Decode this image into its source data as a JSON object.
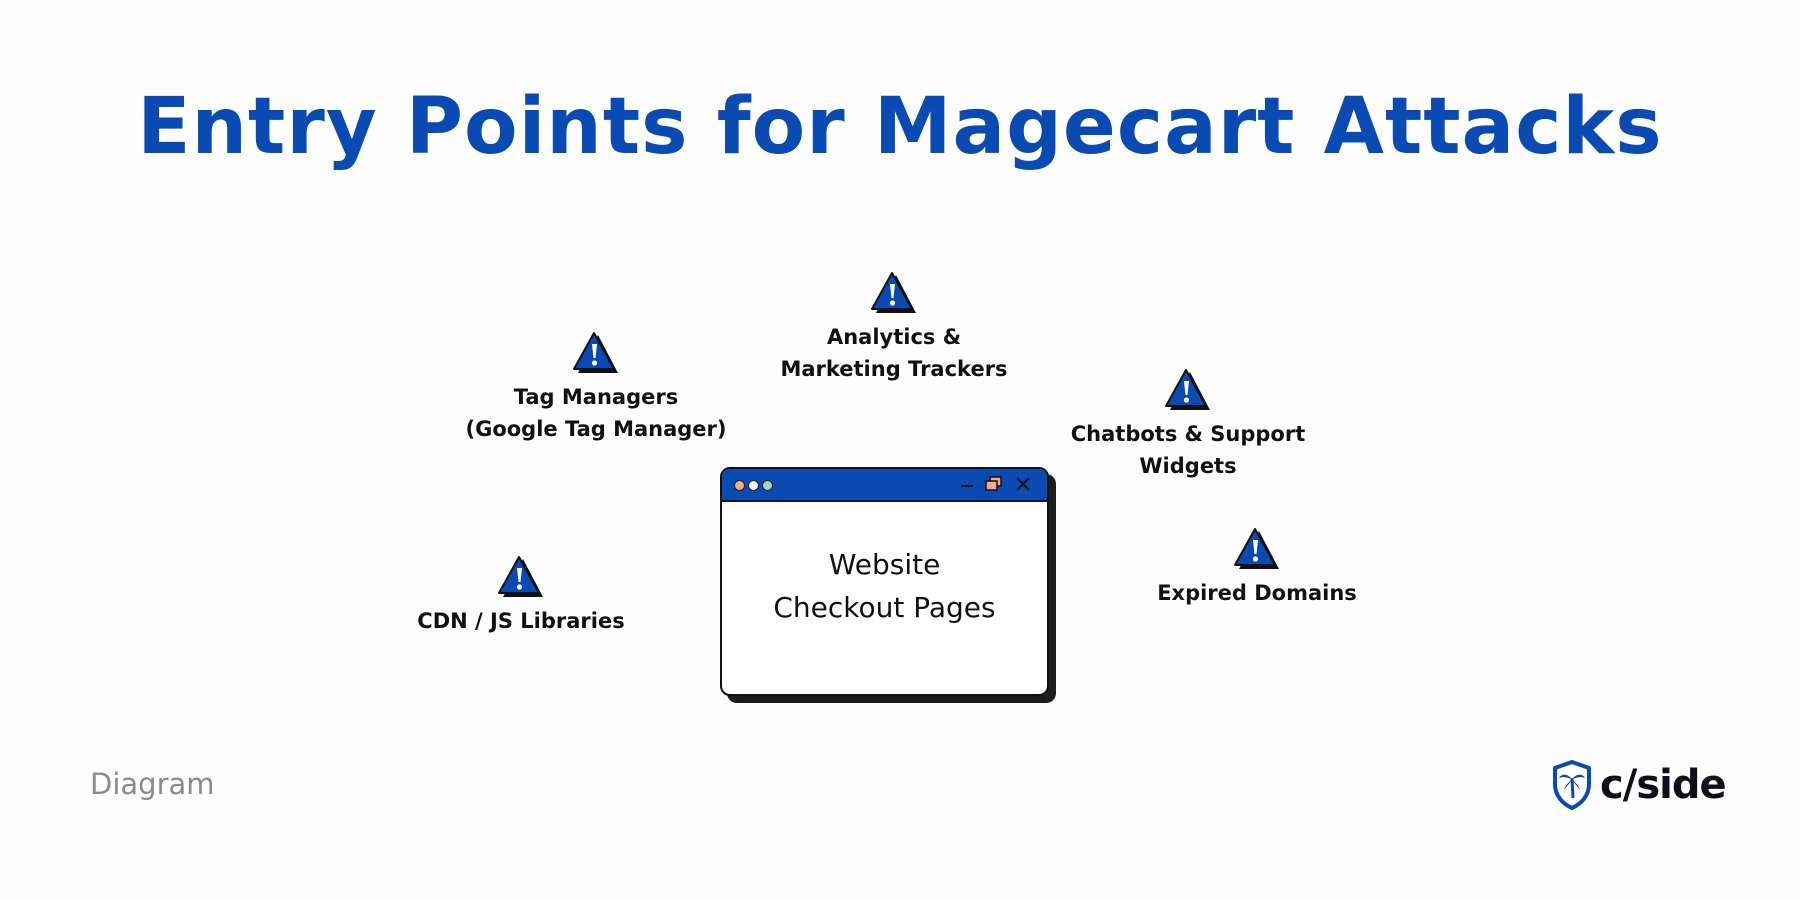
{
  "title": "Entry Points for Magecart Attacks",
  "center": {
    "line1": "Website",
    "line2": "Checkout Pages"
  },
  "nodes": [
    {
      "id": "analytics",
      "line1": "Analytics &",
      "line2": "Marketing Trackers",
      "icon": "warning-icon"
    },
    {
      "id": "tag-managers",
      "line1": "Tag Managers",
      "line2": "(Google Tag Manager)",
      "icon": "warning-icon"
    },
    {
      "id": "chatbots",
      "line1": "Chatbots & Support",
      "line2": "Widgets",
      "icon": "warning-icon"
    },
    {
      "id": "cdn",
      "line1": "CDN / JS Libraries",
      "line2": "",
      "icon": "warning-icon"
    },
    {
      "id": "expired-domains",
      "line1": "Expired Domains",
      "line2": "",
      "icon": "warning-icon"
    }
  ],
  "footer": {
    "label": "Diagram",
    "logo_text": "c/side"
  },
  "colors": {
    "accent": "#0a4bb3",
    "text": "#111111",
    "muted": "#8b8b8b",
    "window_shadow": "#1c1c1c"
  }
}
